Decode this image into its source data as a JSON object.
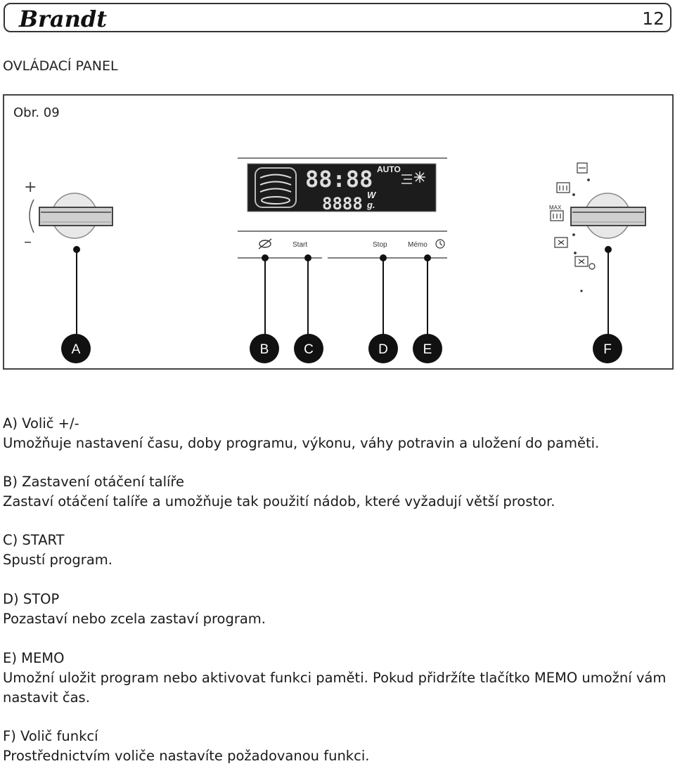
{
  "header": {
    "brand": "Brandt",
    "page_number": "12"
  },
  "section_title": "OVLÁDACÍ PANEL",
  "figure": {
    "label": "Obr. 09",
    "panel": {
      "plus": "+",
      "minus": "–",
      "display_auto": "AUTO",
      "display_time": "88:88",
      "display_weight": "8888",
      "display_units_w": "W",
      "display_units_g": "g.",
      "label_start": "Start",
      "label_stop": "Stop",
      "label_memo": "Mémo",
      "label_max": "MAX"
    },
    "callouts": [
      "A",
      "B",
      "C",
      "D",
      "E",
      "F"
    ]
  },
  "descriptions": [
    {
      "title": "A) Volič +/-",
      "text": "Umožňuje nastavení času, doby programu, výkonu, váhy potravin a uložení do paměti."
    },
    {
      "title": "B) Zastavení otáčení talíře",
      "text": "Zastaví otáčení talíře a umožňuje tak použití nádob, které vyžadují větší prostor."
    },
    {
      "title": "C) START",
      "text": "Spustí program."
    },
    {
      "title": "D) STOP",
      "text": "Pozastaví nebo zcela zastaví program."
    },
    {
      "title": "E) MEMO",
      "text": "Umožní uložit program nebo aktivovat funkci paměti. Pokud přidržíte tlačítko MEMO umožní vám nastavit čas."
    },
    {
      "title": "F) Volič funkcí",
      "text": "Prostřednictvím voliče nastavíte požadovanou funkci."
    }
  ]
}
